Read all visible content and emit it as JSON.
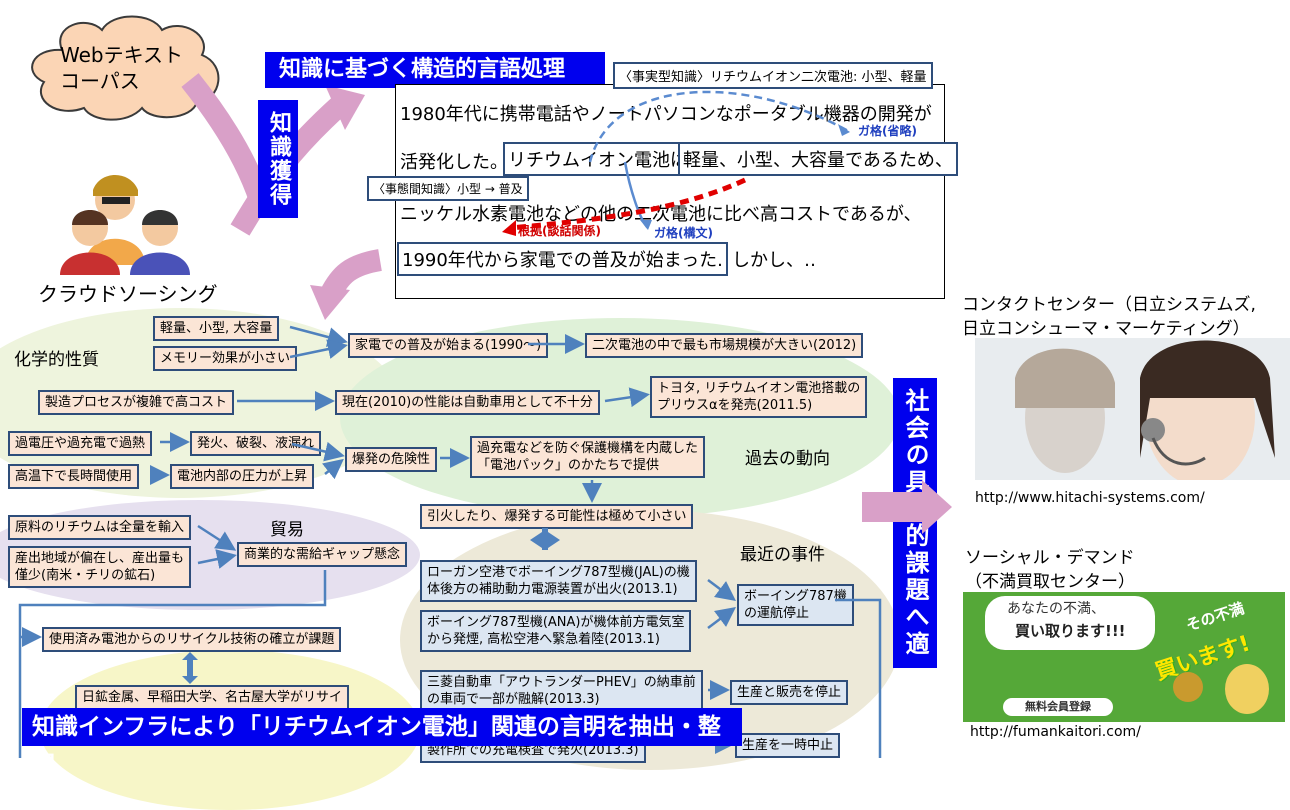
{
  "cloud": {
    "line1": "Webテキスト",
    "line2": "コーパス"
  },
  "crowdsourcing_label": "クラウドソーシング",
  "knowledge_acquisition": "知識獲得",
  "main_title": "知識に基づく構造的言語処理",
  "factual_knowledge": "〈事実型知識〉リチウムイオン二次電池: 小型、軽量",
  "event_knowledge": "〈事態間知識〉小型 → 普及",
  "text_lines": {
    "line1": "1980年代に携帯電話やノートパソコンなポータブル機器の開発が",
    "line2a": "活発化した。",
    "line2b": "リチウムイオン電池は",
    "line2c": "軽量、小型、大容量であるため、",
    "line3": "ニッケル水素電池などの他の二次電池に比べ高コストであるが、",
    "line4a": "1990年代から家電での普及が始まった.",
    "line4b": "しかし、‥"
  },
  "annotations": {
    "ga_omitted": "ガ格(省略)",
    "ga_syntax": "ガ格(構文)",
    "basis": "根拠(談話関係)"
  },
  "sections": {
    "chemical": "化学的性質",
    "past": "過去の動向",
    "trade": "貿易",
    "recent": "最近の事件"
  },
  "nodes": {
    "light_small": "軽量、小型, 大容量",
    "memory": "メモリー効果が小さい",
    "home_spread": "家電での普及が始まる(1990〜)",
    "largest_market": "二次電池の中で最も市場規模が大きい(2012)",
    "manufacturing": "製造プロセスが複雑で高コスト",
    "current_perf": "現在(2010)の性能は自動車用として不十分",
    "toyota1": "トヨタ, リチウムイオン電池搭載の",
    "toyota2": "プリウスαを発売(2011.5)",
    "overcharge": "過電圧や過充電で過熱",
    "fire": "発火、破裂、液漏れ",
    "explosion_risk": "爆発の危険性",
    "protection1": "過充電などを防ぐ保護機構を内蔵した",
    "protection2": "「電池パック」のかたちで提供",
    "high_temp": "高温下で長時間使用",
    "pressure": "電池内部の圧力が上昇",
    "ignition": "引火したり、爆発する可能性は極めて小さい",
    "lithium_import": "原料のリチウムは全量を輸入",
    "commercial_gap": "商業的な需給ギャップ懸念",
    "production_area1": "産出地域が偏在し、産出量も",
    "production_area2": "僅少(南米・チリの鉱石)",
    "logan1": "ローガン空港でボーイング787型機(JAL)の機",
    "logan2": "体後方の補助動力電源装置が出火(2013.1)",
    "ana1": "ボーイング787型機(ANA)が機体前方電気室",
    "ana2": "から発煙, 高松空港へ緊急着陸(2013.1)",
    "boeing_stop1": "ボーイング787機",
    "boeing_stop2": "の運航停止",
    "mitsubishi1": "三菱自動車「アウトランダーPHEV」の納車前",
    "mitsubishi2": "の車両で一部が融解(2013.3)",
    "prod_stop": "生産と販売を停止",
    "factory": "製作所での充電検査で発火(2013.3)",
    "prod_pause": "生産を一時中止",
    "recycle": "使用済み電池からのリサイクル技術の確立が課題",
    "nikko": "日鉱金属、早稲田大学、名古屋大学がリサイ"
  },
  "bottom_banner": "知識インフラにより「リチウムイオン電池」関連の言明を抽出・整理",
  "apply_banner": "社会の具体的課題へ適用",
  "right": {
    "contact1": "コンタクトセンター（日立システムズ,",
    "contact2": "日立コンシューマ・マーケティング）",
    "url1": "http://www.hitachi-systems.com/",
    "social1": "ソーシャル・デマンド",
    "social2": "（不満買取センター）",
    "ad1": "あなたの不満、",
    "ad2": "買い取ります!!!",
    "ad3": "その不満",
    "ad4": "買います!",
    "ad5": "無料会員登録",
    "url2": "http://fumankaitori.com/"
  }
}
